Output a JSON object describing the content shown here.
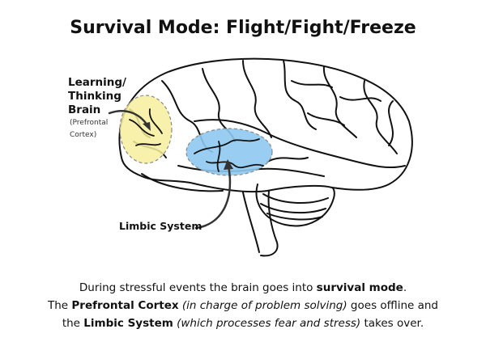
{
  "title": "Survival Mode: Flight/Fight/Freeze",
  "labels": {
    "learning_line1": "Learning/",
    "learning_line2": "Thinking",
    "learning_line3": "Brain",
    "prefrontal_line1": "(Prefrontal",
    "prefrontal_line2": "Cortex)",
    "limbic": "Limbic System"
  },
  "regions": {
    "prefrontal_color": "#f6ee9c",
    "limbic_color": "#8ec8ef"
  },
  "caption": {
    "line1_a": "During stressful events the brain goes into ",
    "line1_b": "survival mode",
    "line1_c": ".",
    "line2_a": "The ",
    "line2_b": "Prefrontal Cortex",
    "line2_c": " (in charge of problem solving)",
    "line2_d": " goes offline and",
    "line3_a": "the ",
    "line3_b": "Limbic System",
    "line3_c": " (which processes fear and stress)",
    "line3_d": " takes over."
  }
}
